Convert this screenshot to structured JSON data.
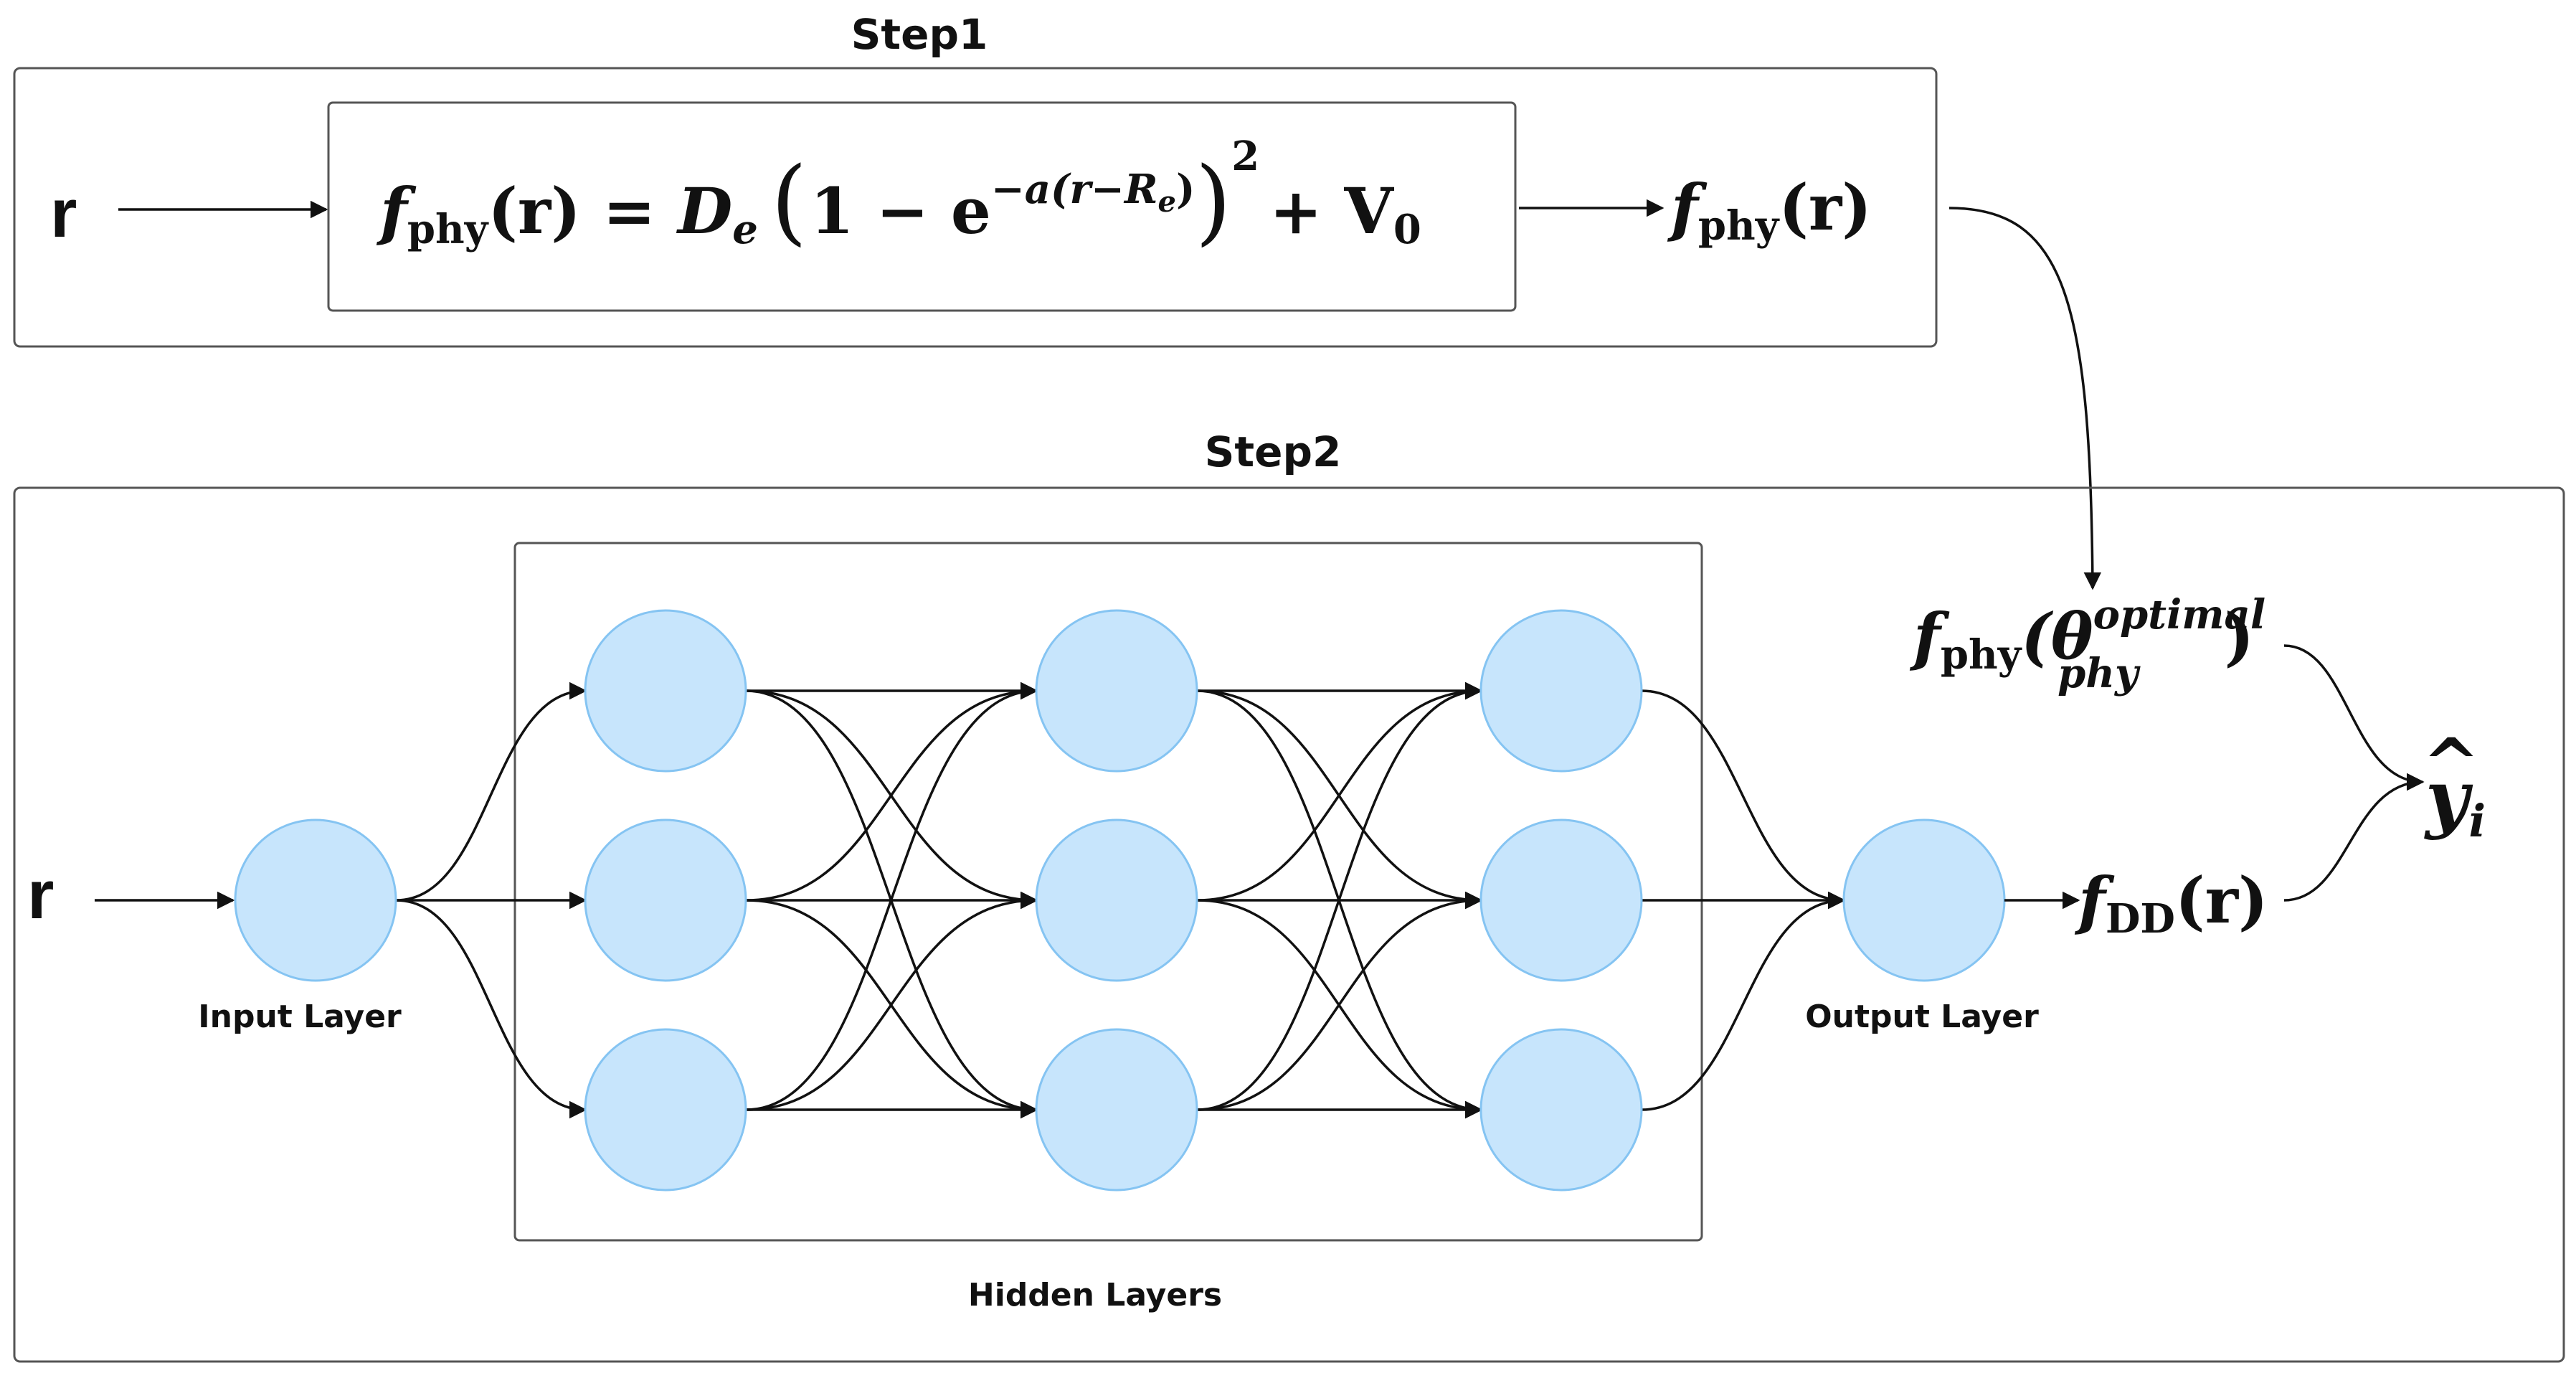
{
  "step1": {
    "title": "Step1",
    "input": "r",
    "formula": {
      "lhs_f": "f",
      "lhs_sub": "phy",
      "lhs_arg": "(r) = ",
      "De": "D",
      "De_sub": "e",
      "paren_open": "(",
      "one_minus": "1 − e",
      "exponent": "−a(r−R",
      "exponent_sub": "e",
      "exponent_close": ")",
      "paren_close": ")",
      "square": "2",
      "plus_v": "+ V",
      "v_sub": "0"
    },
    "output": {
      "f": "f",
      "sub": "phy",
      "arg": "(r)"
    }
  },
  "step2": {
    "title": "Step2",
    "input": "r",
    "input_layer_label": "Input Layer",
    "hidden_layers_label": "Hidden Layers",
    "output_layer_label": "Output Layer",
    "phy_term": {
      "f": "f",
      "sub": "phy",
      "open": "(θ",
      "sup": "optimal",
      "sub2": "phy",
      "close": ")"
    },
    "dd_term": {
      "f": "f",
      "sub": "DD",
      "arg": "(r)"
    },
    "result": {
      "hat": "^",
      "y": "y",
      "sub": "i"
    }
  },
  "colors": {
    "neuron_fill": "#c7e5fc",
    "neuron_stroke": "#85c4f2",
    "frame": "#555555",
    "line": "#111111"
  }
}
